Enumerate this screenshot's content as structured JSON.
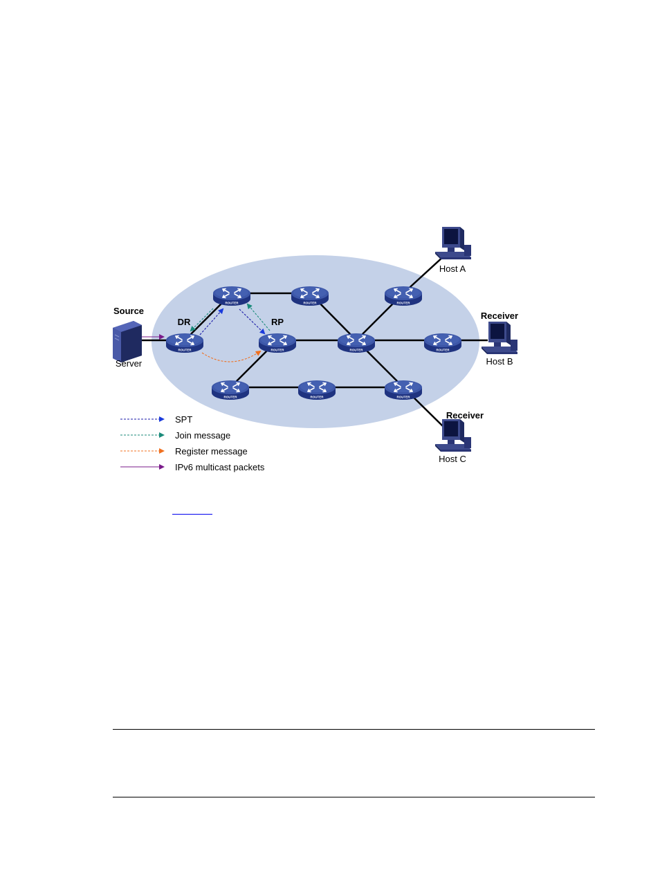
{
  "router_label": "ROUTER",
  "labels": {
    "source": "Source",
    "server": "Server",
    "dr": "DR",
    "rp": "RP",
    "host_a": "Host A",
    "host_b": "Host B",
    "host_c": "Host C",
    "receiver_b": "Receiver",
    "receiver_c": "Receiver"
  },
  "legend": [
    {
      "label": "SPT",
      "color": "#1a1aa8",
      "style": "dashed"
    },
    {
      "label": "Join message",
      "color": "#1a8a7a",
      "style": "dashed"
    },
    {
      "label": "Register message",
      "color": "#f07020",
      "style": "dashed"
    },
    {
      "label": "IPv6 multicast packets",
      "color": "#7a1a8a",
      "style": "solid"
    }
  ],
  "colors": {
    "domain_fill": "#c4d1e8",
    "router_top": "#3d57a8",
    "router_side": "#1f3380",
    "link": "#000000",
    "spt": "#1a1aa8",
    "spt_arrow": "#1a3adc",
    "join": "#1a8a7a",
    "register": "#f07020",
    "multicast": "#7a1a8a"
  }
}
